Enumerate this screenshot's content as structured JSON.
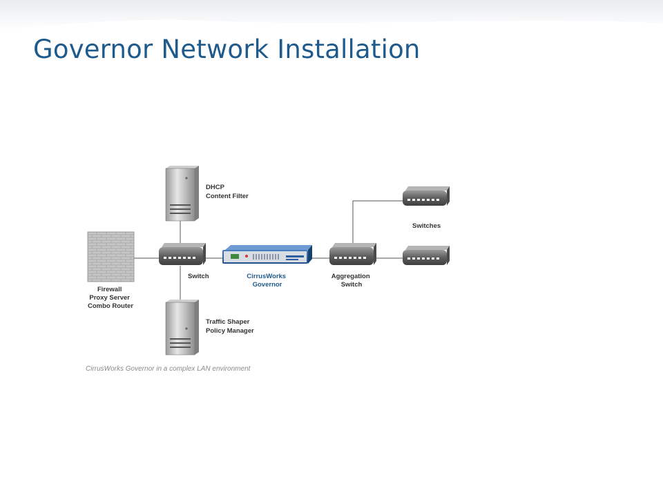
{
  "slide": {
    "title": "Governor Network Installation"
  },
  "diagram": {
    "nodes": {
      "dhcp_server": [
        "DHCP",
        "Content Filter"
      ],
      "firewall": [
        "Firewall",
        "Proxy Server",
        "Combo Router"
      ],
      "switch": [
        "Switch"
      ],
      "governor": [
        "CirrusWorks",
        "Governor"
      ],
      "aggregation_switch": [
        "Aggregation",
        "Switch"
      ],
      "traffic_shaper": [
        "Traffic Shaper",
        "Policy Manager"
      ],
      "switches": [
        "Switches"
      ]
    },
    "caption": "CirrusWorks Governor in a complex LAN environment"
  },
  "colors": {
    "title": "#1f5a8c",
    "device_blue": "#2c5f9e",
    "line": "#555555"
  }
}
